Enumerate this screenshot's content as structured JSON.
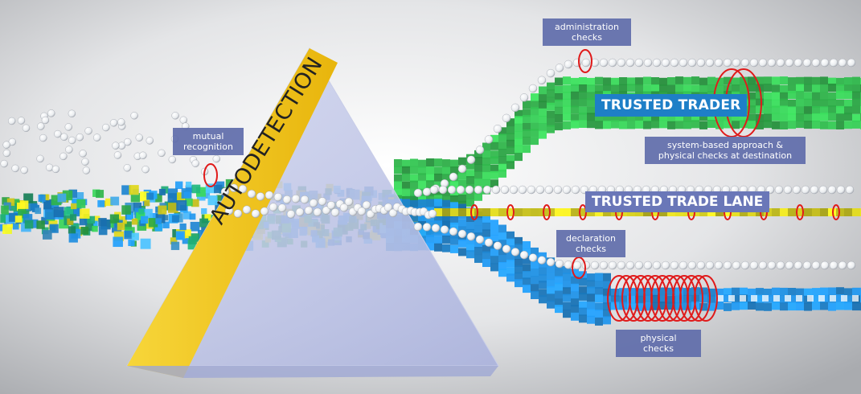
{
  "prism_label": "AUTODETECTION",
  "lanes": {
    "trusted_trader": "TRUSTED TRADER",
    "trusted_trade_lane": "TRUSTED TRADE LANE"
  },
  "annotations": {
    "administration_checks": [
      "administration",
      "checks"
    ],
    "mutual_recognition": [
      "mutual",
      "recognition"
    ],
    "system_based": [
      "system-based approach &",
      "physical checks at destination"
    ],
    "declaration_checks": [
      "declaration",
      "checks"
    ],
    "physical_checks": [
      "physical",
      "checks"
    ]
  },
  "colors": {
    "green": "#2fb24a",
    "blue": "#1e88d6",
    "yellow": "#d9d21a",
    "prism_edge": "#f2c416",
    "prism_face": "#bcc3e6",
    "ring": "#e01a1a",
    "label_bg": "#5f6caa"
  }
}
